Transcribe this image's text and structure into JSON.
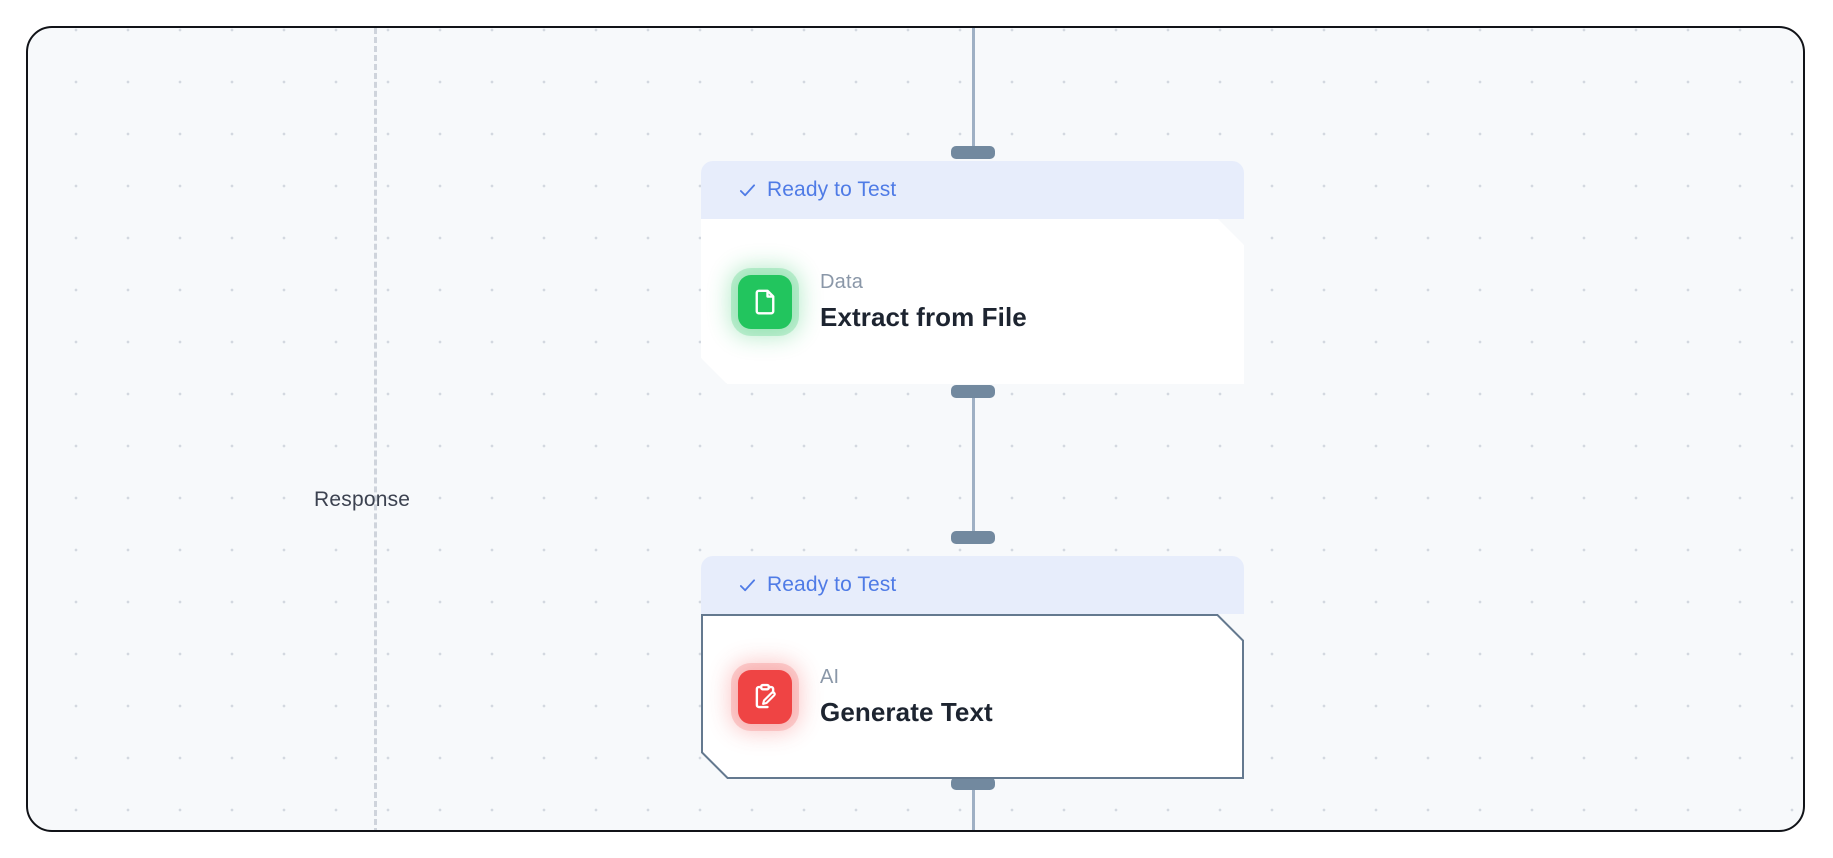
{
  "canvas": {
    "lane_label": "Response",
    "background_color": "#f7f9fb",
    "grid_dot_color": "#d3d8e0",
    "divider_color": "#cfd4dc"
  },
  "nodes": [
    {
      "status": "Ready to Test",
      "status_icon": "check-icon",
      "status_color": "#4f7be6",
      "status_background": "#e7edfb",
      "category": "Data",
      "title": "Extract from File",
      "icon": "document-icon",
      "icon_color": "#22c55e",
      "selected": false
    },
    {
      "status": "Ready to Test",
      "status_icon": "check-icon",
      "status_color": "#4f7be6",
      "status_background": "#e7edfb",
      "category": "AI",
      "title": "Generate Text",
      "icon": "clipboard-pencil-icon",
      "icon_color": "#ef4444",
      "selected": true
    }
  ],
  "edges": {
    "color": "#9fb0c4",
    "handle_color": "#72899f"
  }
}
